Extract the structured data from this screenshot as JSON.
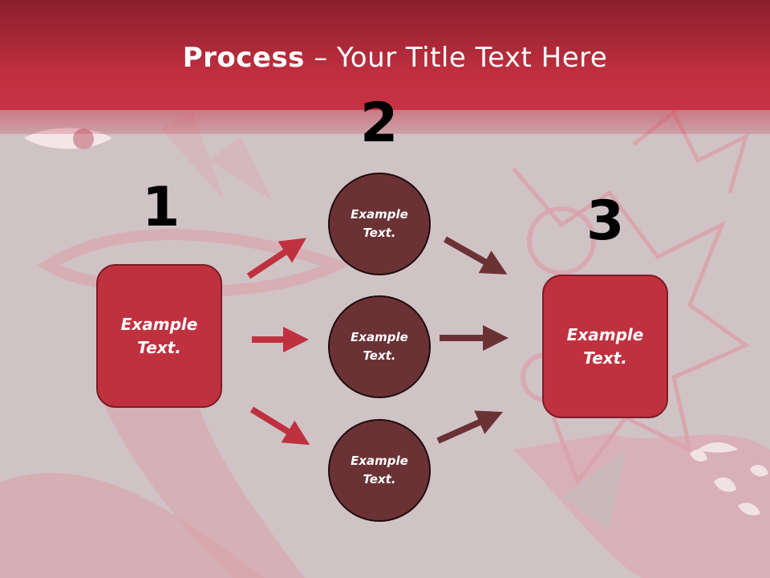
{
  "title": {
    "bold": "Process",
    "rest": " – Your Title Text Here"
  },
  "steps": {
    "one": "1",
    "two": "2",
    "three": "3"
  },
  "box_left": {
    "text": "Example\nText."
  },
  "box_right": {
    "text": "Example\nText."
  },
  "circles": [
    {
      "text": "Example\nText."
    },
    {
      "text": "Example\nText."
    },
    {
      "text": "Example\nText."
    }
  ],
  "colors": {
    "header": "#c23040",
    "box": "#c0313f",
    "circle": "#6b3235",
    "arrow_in": "#c0313f",
    "arrow_out": "#6b3235"
  }
}
